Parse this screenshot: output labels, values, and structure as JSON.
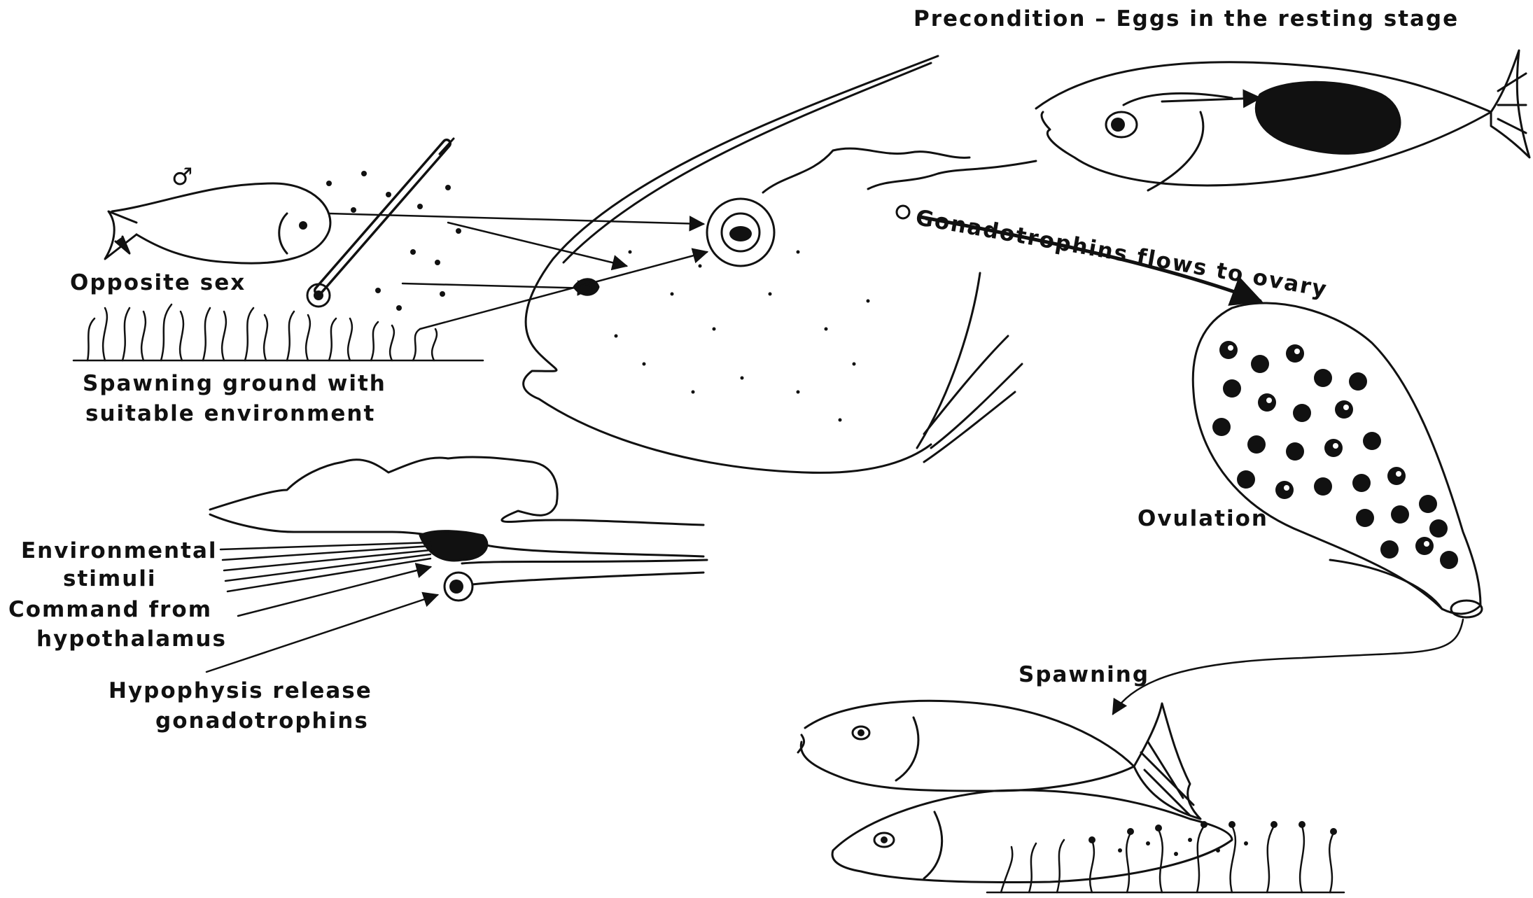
{
  "labels": {
    "precondition": "Precondition – Eggs in the resting stage",
    "male_symbol": "♂",
    "opposite_sex": "Opposite sex",
    "spawning_ground_1": "Spawning ground with",
    "spawning_ground_2": "suitable environment",
    "gonadotrophins_flow": "Gonadotrophins flows to ovary",
    "ovulation": "Ovulation",
    "environmental_1": "Environmental",
    "environmental_2": "stimuli",
    "command_1": "Command from",
    "command_2": "hypothalamus",
    "hypophysis_1": "Hypophysis release",
    "hypophysis_2": "gonadotrophins",
    "spawning": "Spawning"
  },
  "colors": {
    "ink": "#111111",
    "paper": "#ffffff"
  }
}
